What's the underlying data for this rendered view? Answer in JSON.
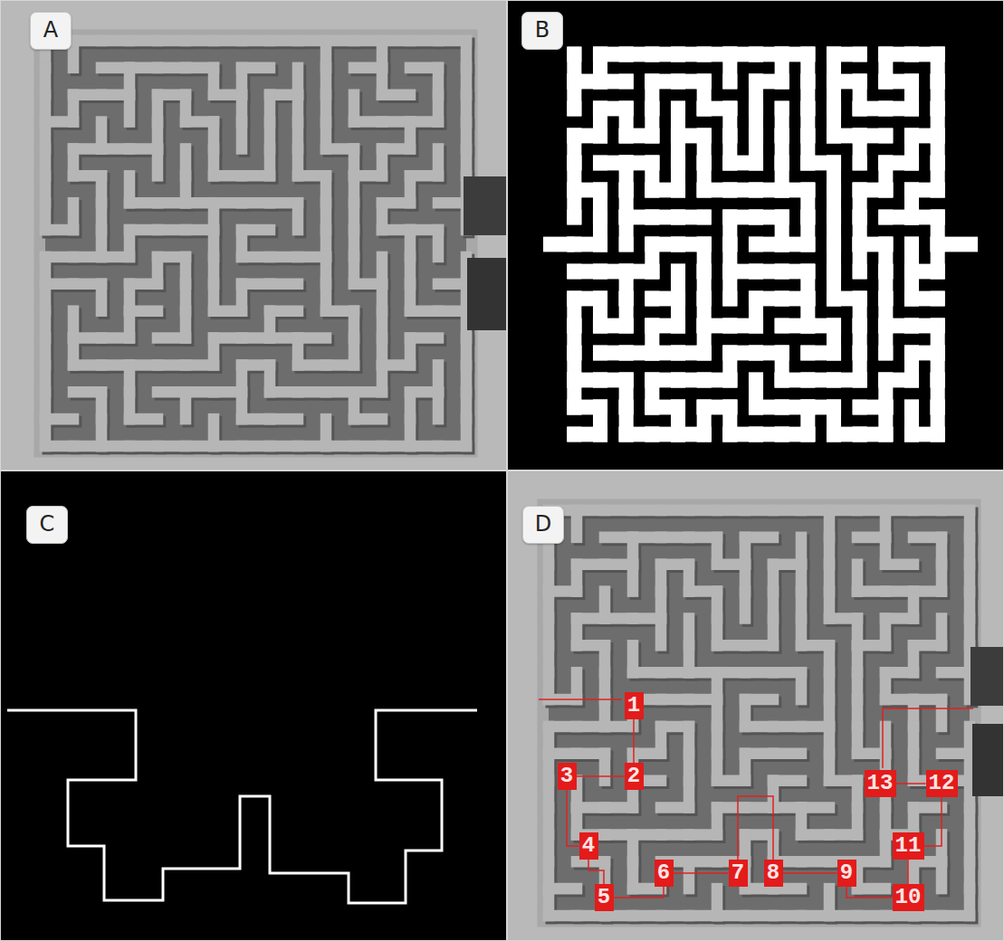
{
  "diagram": {
    "nodes": [
      {
        "text": [
          "A"
        ]
      },
      {
        "text": [
          "B"
        ]
      },
      {
        "text": [
          "C"
        ]
      },
      {
        "text": [
          "D"
        ]
      },
      {
        "text": [
          "1"
        ]
      },
      {
        "text": [
          "2"
        ]
      },
      {
        "text": [
          "3"
        ]
      },
      {
        "text": [
          "4"
        ]
      },
      {
        "text": [
          "5"
        ]
      },
      {
        "text": [
          "6"
        ]
      },
      {
        "text": [
          "7"
        ]
      },
      {
        "text": [
          "8"
        ]
      },
      {
        "text": [
          "9"
        ]
      },
      {
        "text": [
          "10"
        ]
      },
      {
        "text": [
          "11"
        ]
      },
      {
        "text": [
          "12"
        ]
      },
      {
        "text": [
          "13"
        ]
      }
    ],
    "edges": [
      {
        "from": 4,
        "to": 5,
        "arrow": "none"
      },
      {
        "from": 5,
        "to": 6,
        "arrow": "none"
      },
      {
        "from": 6,
        "to": 7,
        "arrow": "none"
      },
      {
        "from": 7,
        "to": 8,
        "arrow": "none"
      },
      {
        "from": 8,
        "to": 9,
        "arrow": "none"
      },
      {
        "from": 9,
        "to": 10,
        "arrow": "none"
      },
      {
        "from": 10,
        "to": 11,
        "arrow": "none"
      },
      {
        "from": 11,
        "to": 12,
        "arrow": "none"
      },
      {
        "from": 12,
        "to": 13,
        "arrow": "none"
      },
      {
        "from": 13,
        "to": 14,
        "arrow": "none"
      },
      {
        "from": 14,
        "to": 15,
        "arrow": "none"
      },
      {
        "from": 15,
        "to": 16,
        "arrow": "none"
      }
    ]
  }
}
